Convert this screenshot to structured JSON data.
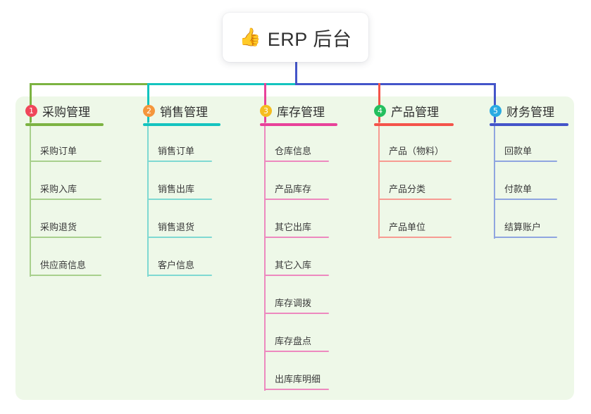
{
  "root": {
    "icon": "thumbs-up-icon",
    "emoji": "👍",
    "title": "ERP 后台"
  },
  "palette": {
    "panel_bg": "#eef8e8",
    "page_bg": "#ffffff",
    "text": "#303030",
    "root_trunk": "#4455c9"
  },
  "columns": [
    {
      "number": "1",
      "title": "采购管理",
      "badge_color": "#f0465a",
      "line_color": "#7cb342",
      "leaf_line_color": "#a8d08d",
      "items": [
        {
          "label": "采购订单"
        },
        {
          "label": "采购入库"
        },
        {
          "label": "采购退货"
        },
        {
          "label": "供应商信息"
        }
      ]
    },
    {
      "number": "2",
      "title": "销售管理",
      "badge_color": "#f5963c",
      "line_color": "#14c4bf",
      "leaf_line_color": "#7fd9d2",
      "items": [
        {
          "label": "销售订单"
        },
        {
          "label": "销售出库"
        },
        {
          "label": "销售退货"
        },
        {
          "label": "客户信息"
        }
      ]
    },
    {
      "number": "3",
      "title": "库存管理",
      "badge_color": "#f5bd1f",
      "line_color": "#e8429a",
      "leaf_line_color": "#ed89bf",
      "items": [
        {
          "label": "仓库信息"
        },
        {
          "label": "产品库存"
        },
        {
          "label": "其它出库"
        },
        {
          "label": "其它入库"
        },
        {
          "label": "库存调拨"
        },
        {
          "label": "库存盘点"
        },
        {
          "label": "出库库明细"
        }
      ]
    },
    {
      "number": "4",
      "title": "产品管理",
      "badge_color": "#23bf5e",
      "line_color": "#f4544a",
      "leaf_line_color": "#f79b92",
      "items": [
        {
          "label": "产品（物料）"
        },
        {
          "label": "产品分类"
        },
        {
          "label": "产品单位"
        }
      ]
    },
    {
      "number": "5",
      "title": "财务管理",
      "badge_color": "#29abe2",
      "line_color": "#4455c9",
      "leaf_line_color": "#8fa5e0",
      "items": [
        {
          "label": "回款单"
        },
        {
          "label": "付款单"
        },
        {
          "label": "结算账户"
        }
      ]
    }
  ]
}
